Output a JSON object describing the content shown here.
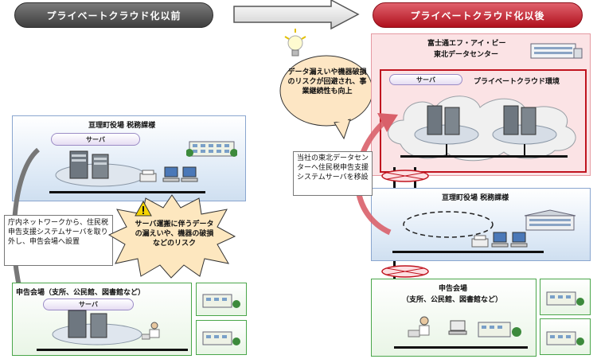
{
  "header": {
    "before_label": "プライベートクラウド化以前",
    "after_label": "プライベートクラウド化以後"
  },
  "before": {
    "office": {
      "title": "亘理町役場 税務課様",
      "server_tag": "サーバ"
    },
    "venue": {
      "title": "申告会場（支所、公民館、図書館など）",
      "server_tag": "サーバ"
    },
    "callout": "庁内ネットワークから、住民税申告支援システムサーバを取り外し、申告会場へ設置",
    "risk_burst": "サーバ運搬に伴うデータの漏えいや、機器の破損などのリスク"
  },
  "after": {
    "datacenter": {
      "title_line1": "富士通エフ・アイ・ビー",
      "title_line2": "東北データセンター"
    },
    "cloud": {
      "server_tag": "サーバ",
      "title": "プライベートクラウド環境"
    },
    "office": {
      "title": "亘理町役場 税務課様"
    },
    "venue": {
      "title_line1": "申告会場",
      "title_line2": "（支所、公民館、図書館など）"
    },
    "move_note": "当社の東北データセンターへ住民税申告支援システムサーバを移設",
    "benefit_bubble": "データ漏えいや機器破損のリスクが回避され、事業継続性も向上"
  },
  "colors": {
    "after_accent": "#c0141f",
    "before_accent": "#4a4a4a",
    "office_panel": "#dde9f6",
    "venue_panel": "#e9f5e6",
    "datacenter_panel": "#fbe3e5"
  },
  "icons": [
    "arrow-right-icon",
    "lightbulb-icon",
    "warning-icon",
    "server-icon",
    "building-icon",
    "printer-icon",
    "computer-icon",
    "person-icon",
    "cloud-icon",
    "datacenter-icon"
  ]
}
